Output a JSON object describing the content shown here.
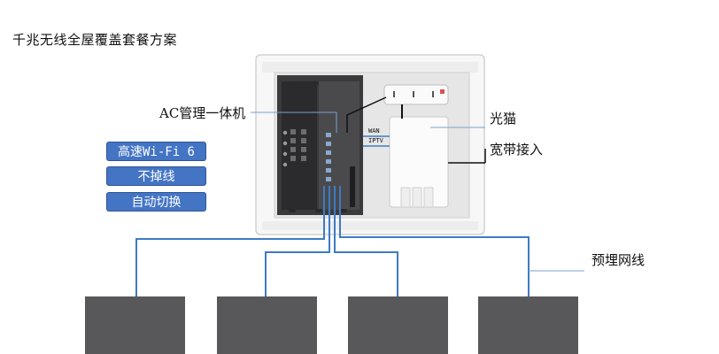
{
  "title": "千兆无线全屋覆盖套餐方案",
  "labels": {
    "ac_controller": "AC管理一体机",
    "optical_modem": "光猫",
    "broadband_in": "宽带接入",
    "prewired_cable": "预埋网线"
  },
  "ports": {
    "wan": "WAN",
    "iptv": "IPTV"
  },
  "features": [
    "高速Wi-Fi 6",
    "不掉线",
    "自动切换"
  ],
  "colors": {
    "feature_box": "#4475c4",
    "cable": "#3e7bc4",
    "ap_panel": "#58585a",
    "cabinet": "#f4f4f4"
  }
}
